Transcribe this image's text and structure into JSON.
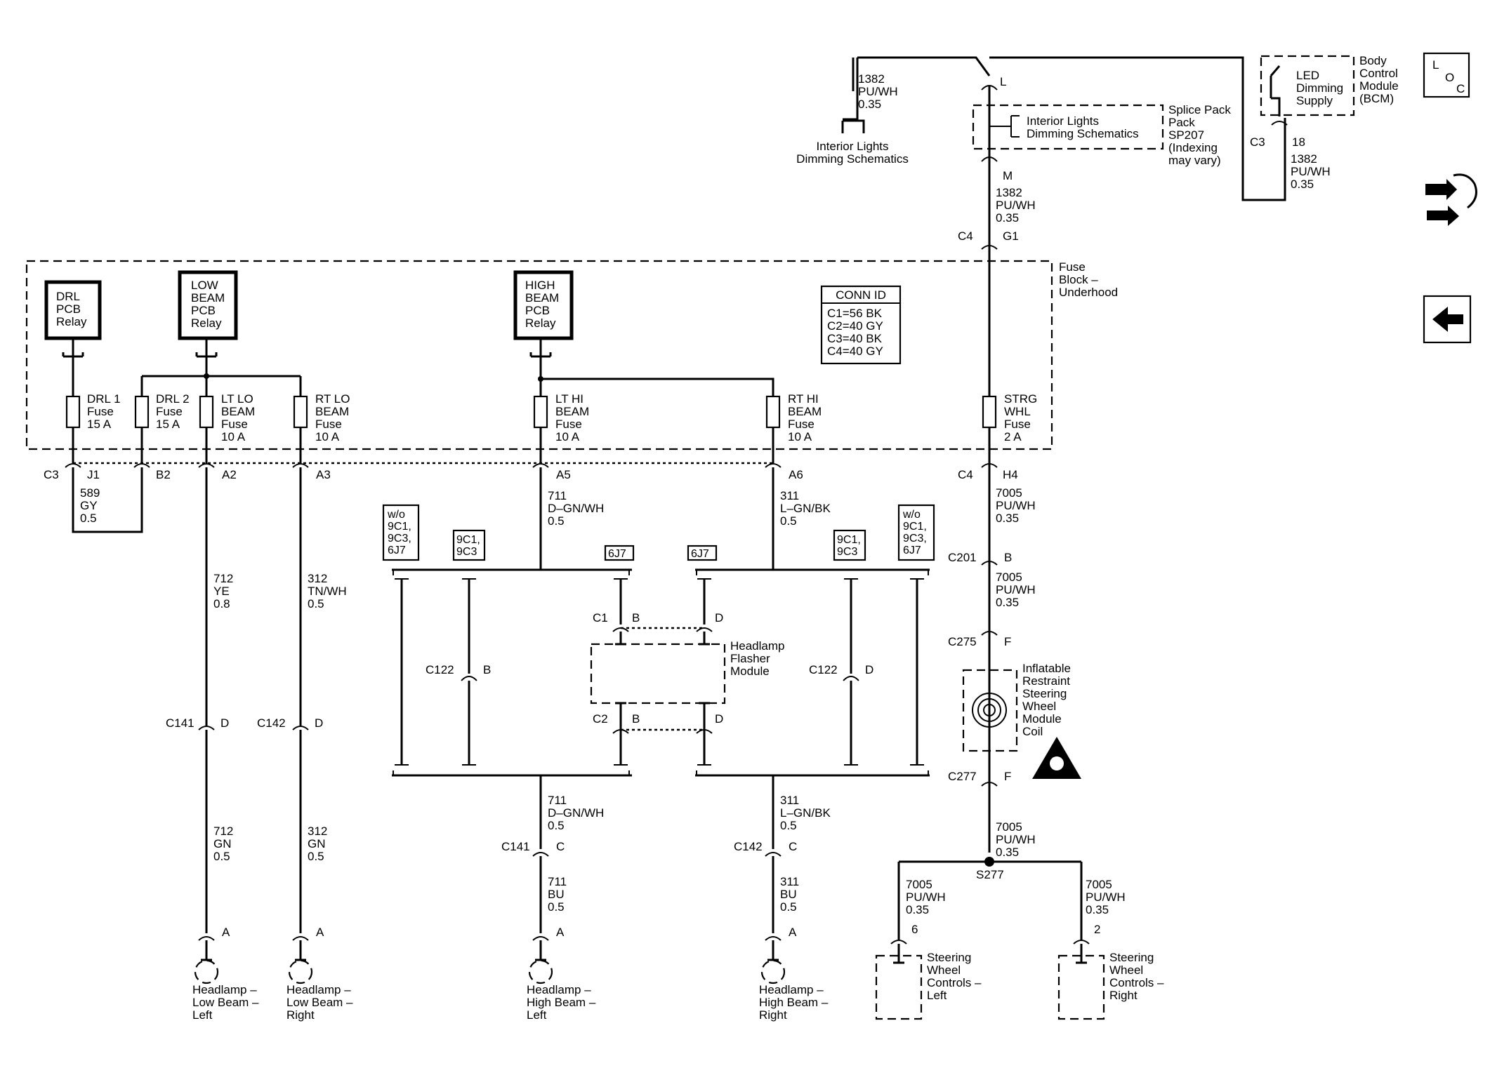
{
  "relays": {
    "drl": [
      "DRL",
      "PCB",
      "Relay"
    ],
    "low": [
      "LOW",
      "BEAM",
      "PCB",
      "Relay"
    ],
    "high": [
      "HIGH",
      "BEAM",
      "PCB",
      "Relay"
    ]
  },
  "fuses": {
    "drl1": [
      "DRL 1",
      "Fuse",
      "15 A"
    ],
    "drl2": [
      "DRL 2",
      "Fuse",
      "15 A"
    ],
    "ltlo": [
      "LT LO",
      "BEAM",
      "Fuse",
      "10 A"
    ],
    "rtlo": [
      "RT LO",
      "BEAM",
      "Fuse",
      "10 A"
    ],
    "lthi": [
      "LT HI",
      "BEAM",
      "Fuse",
      "10 A"
    ],
    "rthi": [
      "RT HI",
      "BEAM",
      "Fuse",
      "10 A"
    ],
    "strg": [
      "STRG",
      "WHL",
      "Fuse",
      "2 A"
    ]
  },
  "conn_id": {
    "title": "CONN ID",
    "lines": [
      "C1=56 BK",
      "C2=40 GY",
      "C3=40 BK",
      "C4=40 GY"
    ]
  },
  "fuse_block": [
    "Fuse",
    "Block –",
    "Underhood"
  ],
  "splice_pack": {
    "inner": [
      "Interior Lights",
      "Dimming Schematics"
    ],
    "side": [
      "Splice Pack",
      "Pack",
      "SP207",
      "(Indexing",
      "may vary)"
    ]
  },
  "bcm": {
    "inner": [
      "LED",
      "Dimming",
      "Supply"
    ],
    "side": [
      "Body",
      "Control",
      "Module",
      "(BCM)"
    ]
  },
  "interior_lights": [
    "Interior Lights",
    "Dimming Schematics"
  ],
  "wire_labels": {
    "w1382_left": [
      "1382",
      "PU/WH",
      "0.35"
    ],
    "w1382_mid": [
      "1382",
      "PU/WH",
      "0.35"
    ],
    "w1382_bcm": [
      "1382",
      "PU/WH",
      "0.35"
    ],
    "w589": [
      "589",
      "GY",
      "0.5"
    ],
    "w712_top": [
      "712",
      "YE",
      "0.8"
    ],
    "w312_top": [
      "312",
      "TN/WH",
      "0.5"
    ],
    "w711_top": [
      "711",
      "D–GN/WH",
      "0.5"
    ],
    "w311_top": [
      "311",
      "L–GN/BK",
      "0.5"
    ],
    "w7005_a": [
      "7005",
      "PU/WH",
      "0.35"
    ],
    "w7005_b": [
      "7005",
      "PU/WH",
      "0.35"
    ],
    "w7005_c": [
      "7005",
      "PU/WH",
      "0.35"
    ],
    "w712_bot": [
      "712",
      "GN",
      "0.5"
    ],
    "w312_bot": [
      "312",
      "GN",
      "0.5"
    ],
    "w711_mid": [
      "711",
      "D–GN/WH",
      "0.5"
    ],
    "w311_mid": [
      "311",
      "L–GN/BK",
      "0.5"
    ],
    "w711_bot": [
      "711",
      "BU",
      "0.5"
    ],
    "w311_bot": [
      "311",
      "BU",
      "0.5"
    ],
    "w7005_l": [
      "7005",
      "PU/WH",
      "0.35"
    ],
    "w7005_r": [
      "7005",
      "PU/WH",
      "0.35"
    ]
  },
  "connectors": {
    "c3": "C3",
    "j1": "J1",
    "b2": "B2",
    "a2": "A2",
    "a3": "A3",
    "a5": "A5",
    "a6": "A6",
    "c4_top": "C4",
    "g1": "G1",
    "c4_bot": "C4",
    "h4": "H4",
    "l": "L",
    "m": "M",
    "c3_bcm": "C3",
    "pin18": "18",
    "c201": "C201",
    "b_c201": "B",
    "c275": "C275",
    "f_c275": "F",
    "c277": "C277",
    "f_c277": "F",
    "s277": "S277",
    "pin6": "6",
    "pin2": "2",
    "c141_d": "C141",
    "d_c141": "D",
    "c142_d": "C142",
    "d_c142": "D",
    "c122_l": "C122",
    "b_c122": "B",
    "c122_r": "C122",
    "d_c122": "D",
    "c1": "C1",
    "b_c1": "B",
    "d_c1": "D",
    "c2": "C2",
    "b_c2": "B",
    "d_c2": "D",
    "c141_c": "C141",
    "c_c141": "C",
    "c142_c": "C142",
    "c_c142": "C",
    "a_ll": "A",
    "a_lr": "A",
    "a_hl": "A",
    "a_hr": "A"
  },
  "options": {
    "wo_left": [
      "w/o",
      "9C1,",
      "9C3,",
      "6J7"
    ],
    "c9_left": [
      "9C1,",
      "9C3"
    ],
    "j7_left": "6J7",
    "j7_right": "6J7",
    "c9_right": [
      "9C1,",
      "9C3"
    ],
    "wo_right": [
      "w/o",
      "9C1,",
      "9C3,",
      "6J7"
    ]
  },
  "components": {
    "flasher": [
      "Headlamp",
      "Flasher",
      "Module"
    ],
    "coil": [
      "Inflatable",
      "Restraint",
      "Steering",
      "Wheel",
      "Module",
      "Coil"
    ],
    "hl_low_left": [
      "Headlamp –",
      "Low Beam –",
      "Left"
    ],
    "hl_low_right": [
      "Headlamp –",
      "Low Beam –",
      "Right"
    ],
    "hl_high_left": [
      "Headlamp –",
      "High Beam –",
      "Left"
    ],
    "hl_high_right": [
      "Headlamp –",
      "High Beam –",
      "Right"
    ],
    "swc_left": [
      "Steering",
      "Wheel",
      "Controls –",
      "Left"
    ],
    "swc_right": [
      "Steering",
      "Wheel",
      "Controls –",
      "Right"
    ]
  },
  "nav": {
    "loc": [
      "L",
      "O",
      "C"
    ],
    "icons": [
      "loc-icon",
      "schematic-connector-icon",
      "back-arrow-icon"
    ]
  }
}
